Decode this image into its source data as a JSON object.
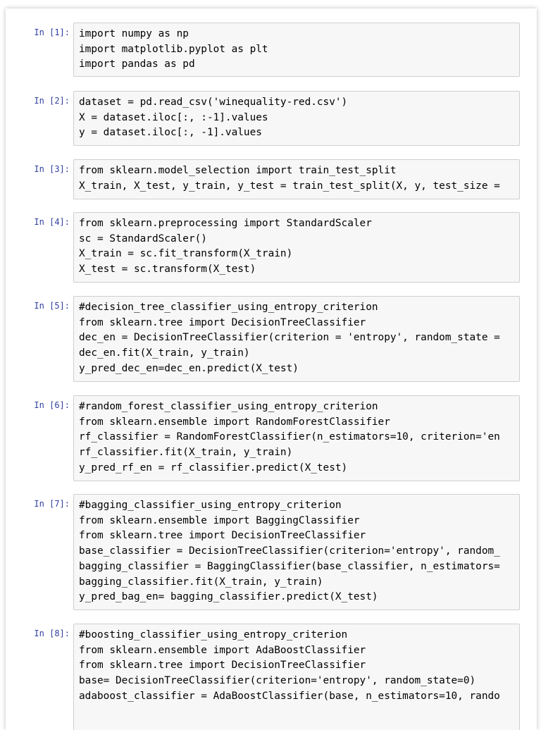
{
  "cells": [
    {
      "prompt": "In [1]:",
      "lines": [
        "import numpy as np",
        "import matplotlib.pyplot as plt",
        "import pandas as pd"
      ]
    },
    {
      "prompt": "In [2]:",
      "lines": [
        "dataset = pd.read_csv('winequality-red.csv')",
        "X = dataset.iloc[:, :-1].values",
        "y = dataset.iloc[:, -1].values"
      ]
    },
    {
      "prompt": "In [3]:",
      "lines": [
        "from sklearn.model_selection import train_test_split",
        "X_train, X_test, y_train, y_test = train_test_split(X, y, test_size ="
      ]
    },
    {
      "prompt": "In [4]:",
      "lines": [
        "from sklearn.preprocessing import StandardScaler",
        "sc = StandardScaler()",
        "X_train = sc.fit_transform(X_train)",
        "X_test = sc.transform(X_test)"
      ]
    },
    {
      "prompt": "In [5]:",
      "lines": [
        "#decision_tree_classifier_using_entropy_criterion",
        "from sklearn.tree import DecisionTreeClassifier",
        "dec_en = DecisionTreeClassifier(criterion = 'entropy', random_state =",
        "dec_en.fit(X_train, y_train)",
        "y_pred_dec_en=dec_en.predict(X_test)"
      ]
    },
    {
      "prompt": "In [6]:",
      "lines": [
        "#random_forest_classifier_using_entropy_criterion",
        "from sklearn.ensemble import RandomForestClassifier",
        "rf_classifier = RandomForestClassifier(n_estimators=10, criterion='en",
        "rf_classifier.fit(X_train, y_train)",
        "y_pred_rf_en = rf_classifier.predict(X_test)"
      ]
    },
    {
      "prompt": "In [7]:",
      "lines": [
        "#bagging_classifier_using_entropy_criterion",
        "from sklearn.ensemble import BaggingClassifier",
        "from sklearn.tree import DecisionTreeClassifier",
        "base_classifier = DecisionTreeClassifier(criterion='entropy', random_",
        "bagging_classifier = BaggingClassifier(base_classifier, n_estimators=",
        "bagging_classifier.fit(X_train, y_train)",
        "y_pred_bag_en= bagging_classifier.predict(X_test)"
      ]
    },
    {
      "prompt": "In [8]:",
      "lines": [
        "#boosting_classifier_using_entropy_criterion",
        "from sklearn.ensemble import AdaBoostClassifier",
        "from sklearn.tree import DecisionTreeClassifier",
        "base= DecisionTreeClassifier(criterion='entropy', random_state=0)",
        "adaboost_classifier = AdaBoostClassifier(base, n_estimators=10, rando"
      ]
    }
  ]
}
